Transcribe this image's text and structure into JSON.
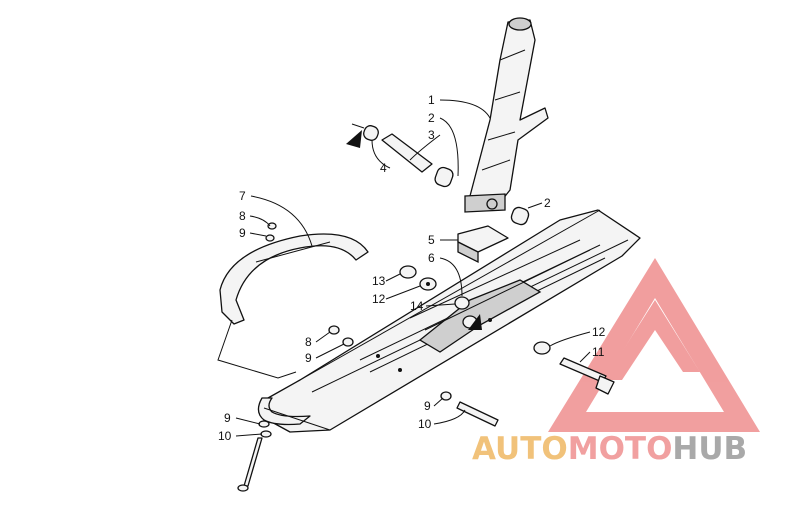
{
  "callouts": {
    "c1": "1",
    "c2a": "2",
    "c3": "3",
    "c4": "4",
    "c2b": "2",
    "c5": "5",
    "c6": "6",
    "c7": "7",
    "c8a": "8",
    "c9a": "9",
    "c13": "13",
    "c12a": "12",
    "c14": "14",
    "c8b": "8",
    "c9b": "9",
    "c12b": "12",
    "c11": "11",
    "c9c": "9",
    "c10a": "10",
    "c9d": "9",
    "c10b": "10"
  },
  "watermark": {
    "word_part1": "AUTO",
    "word_part2": "MOTO",
    "word_part3": "HUB",
    "colors": {
      "auto": "#f1c27a",
      "moto": "#f1a0a0",
      "hub": "#a9a9a9",
      "triangle": "#ef8e8e"
    }
  }
}
